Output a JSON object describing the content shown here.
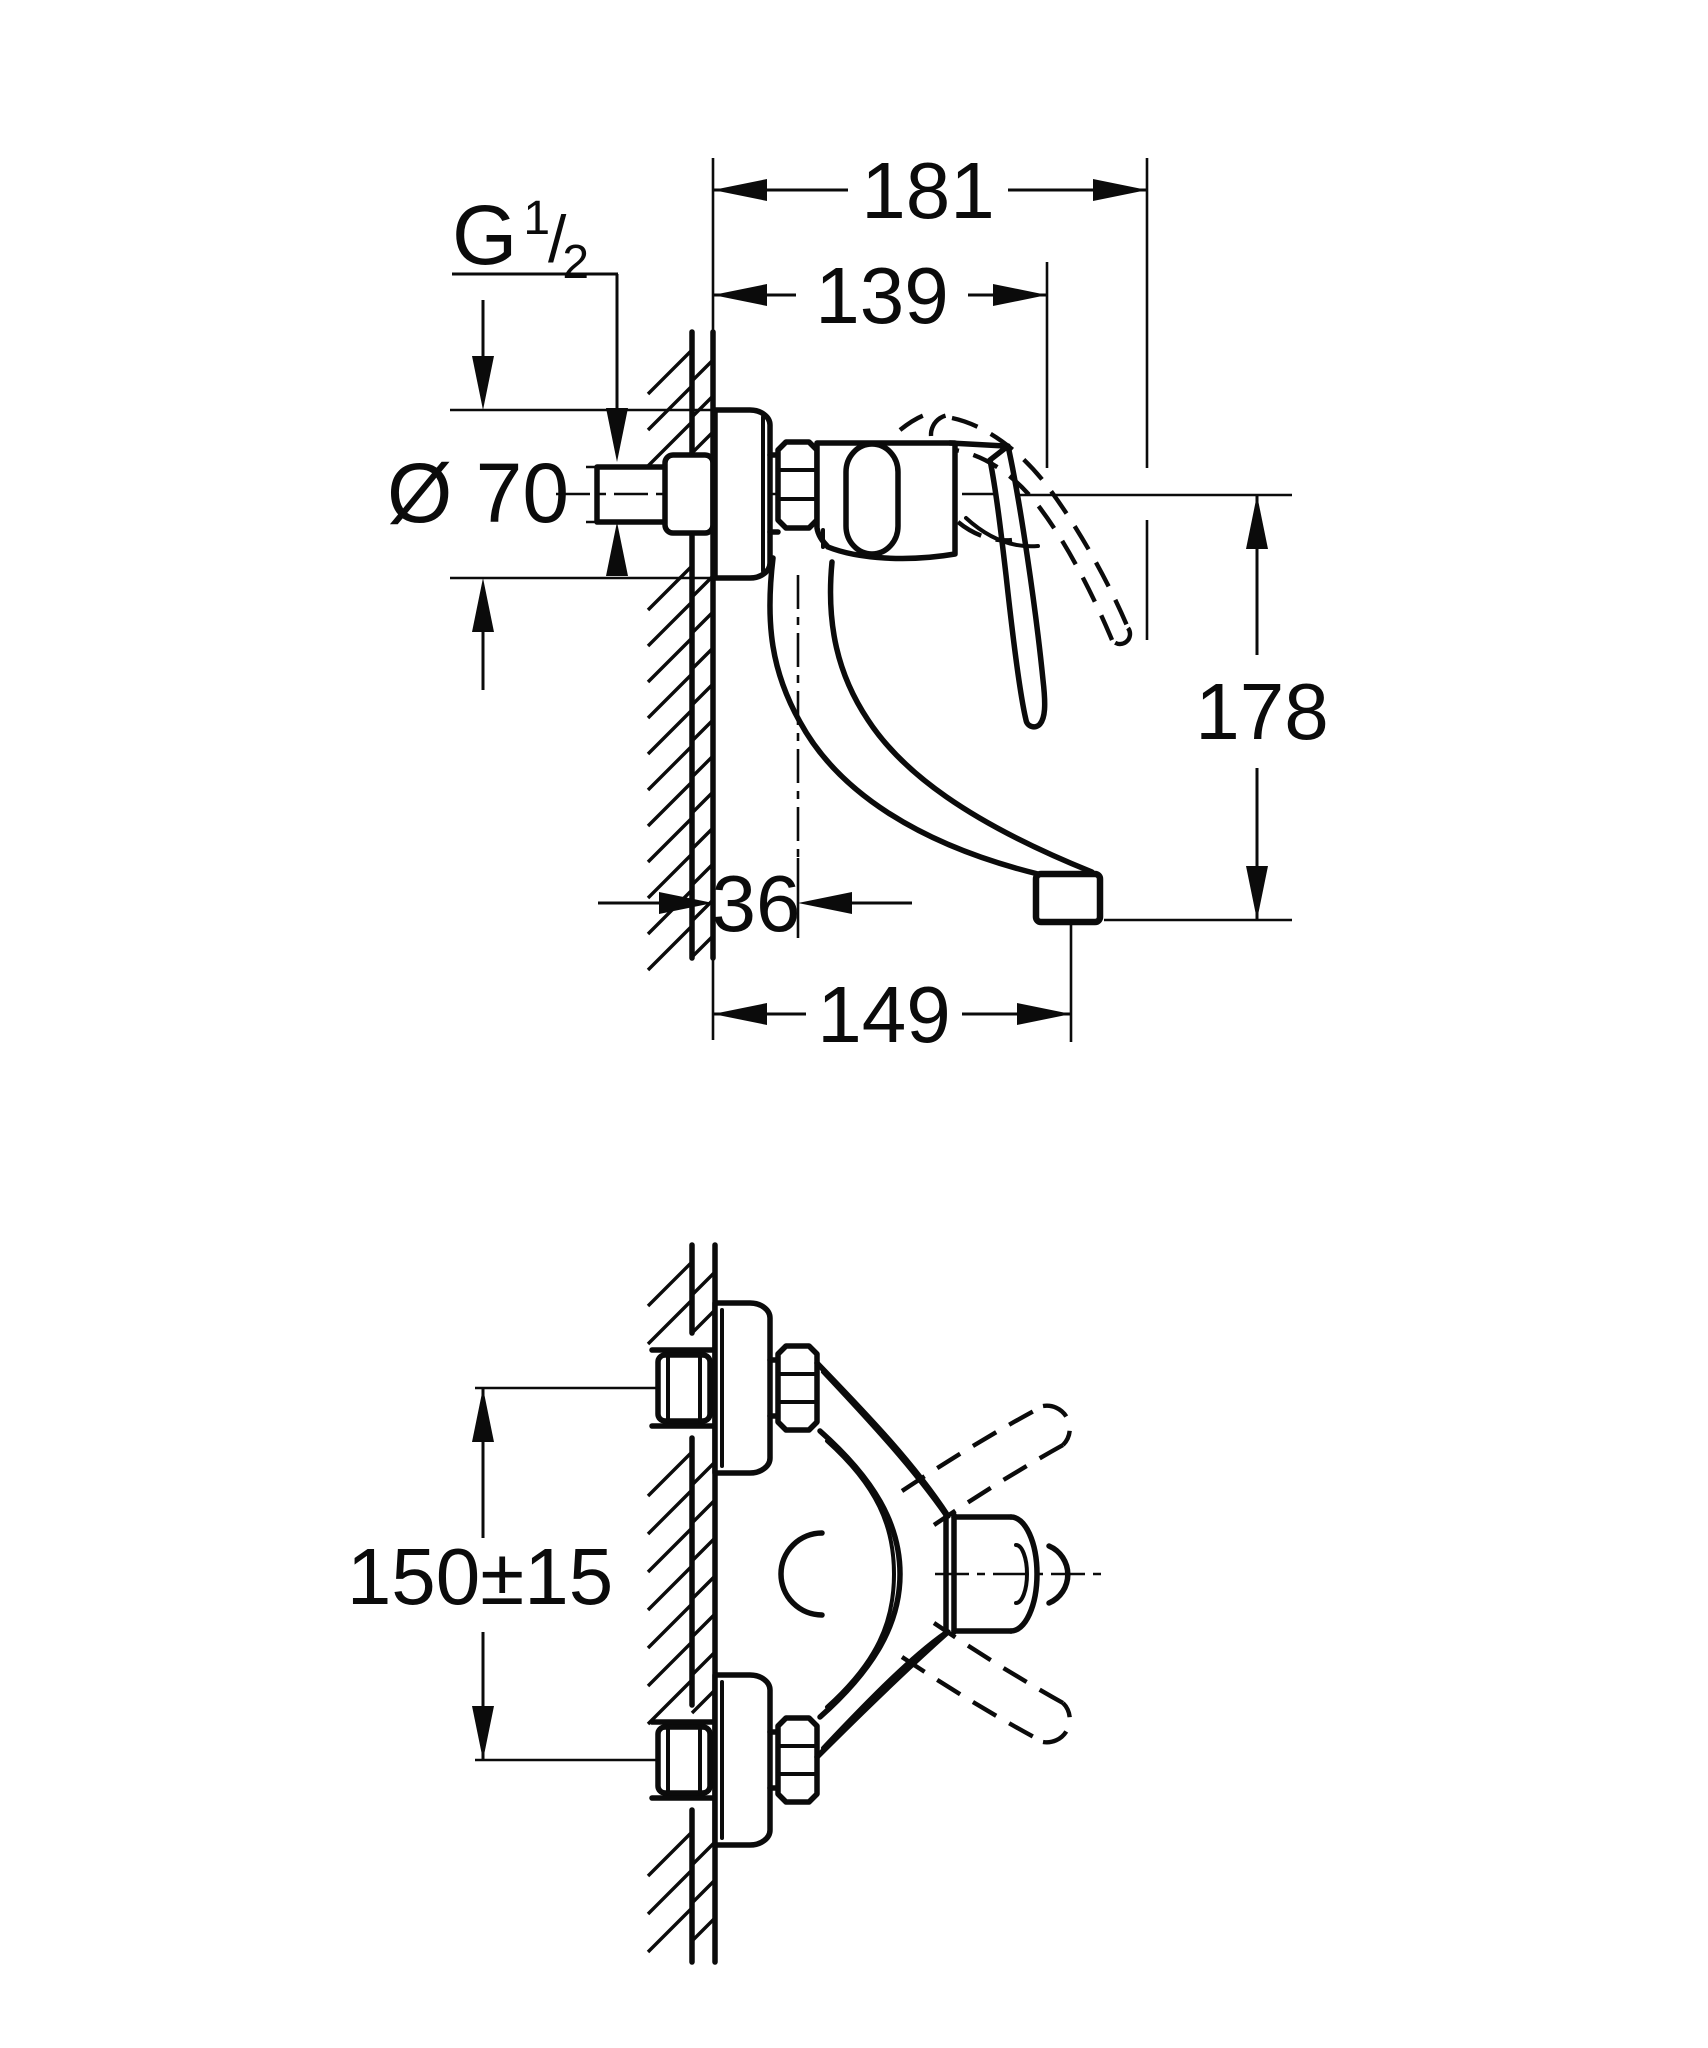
{
  "meta": {
    "drawing_type": "technical dimension drawing",
    "subject": "wall-mounted single-lever mixer tap, side view and plan view",
    "line_color": "#0b0b0b",
    "background": "#ffffff"
  },
  "dimensions": {
    "total_depth": "181",
    "depth_to_lever": "139",
    "thread_G": "G",
    "thread_num": "1",
    "thread_slash": "/",
    "thread_den": "2",
    "escutcheon_diameter": "Ø 70",
    "height_to_outlet": "178",
    "spout_axis_offset": "36",
    "spout_reach": "149",
    "inlet_center_distance": "150±15"
  }
}
